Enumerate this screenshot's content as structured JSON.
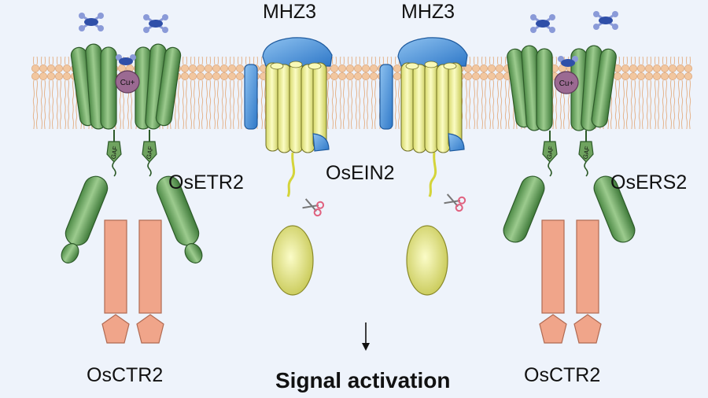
{
  "labels": {
    "mhz3_left": "MHZ3",
    "mhz3_right": "MHZ3",
    "osetr2": "OsETR2",
    "osein2": "OsEIN2",
    "osers2": "OsERS2",
    "osctr2_left": "OsCTR2",
    "osctr2_right": "OsCTR2",
    "signal": "Signal activation",
    "gaf": "GAF",
    "copper": "Cu+"
  },
  "colors": {
    "background": "#eef3fb",
    "lipid_head": "#f2c7a0",
    "receptor_green": "#6fa35f",
    "mhz3_yellow": "#eef08a",
    "mhz3_blue": "#4a90d9",
    "ctr_salmon": "#f0a58a",
    "copper": "#9b6a92",
    "ethylene": "#2f4fa8",
    "scissors": "#e0607e"
  },
  "icons": [
    "ethylene-molecule-icon",
    "scissors-icon",
    "down-arrow-icon"
  ]
}
